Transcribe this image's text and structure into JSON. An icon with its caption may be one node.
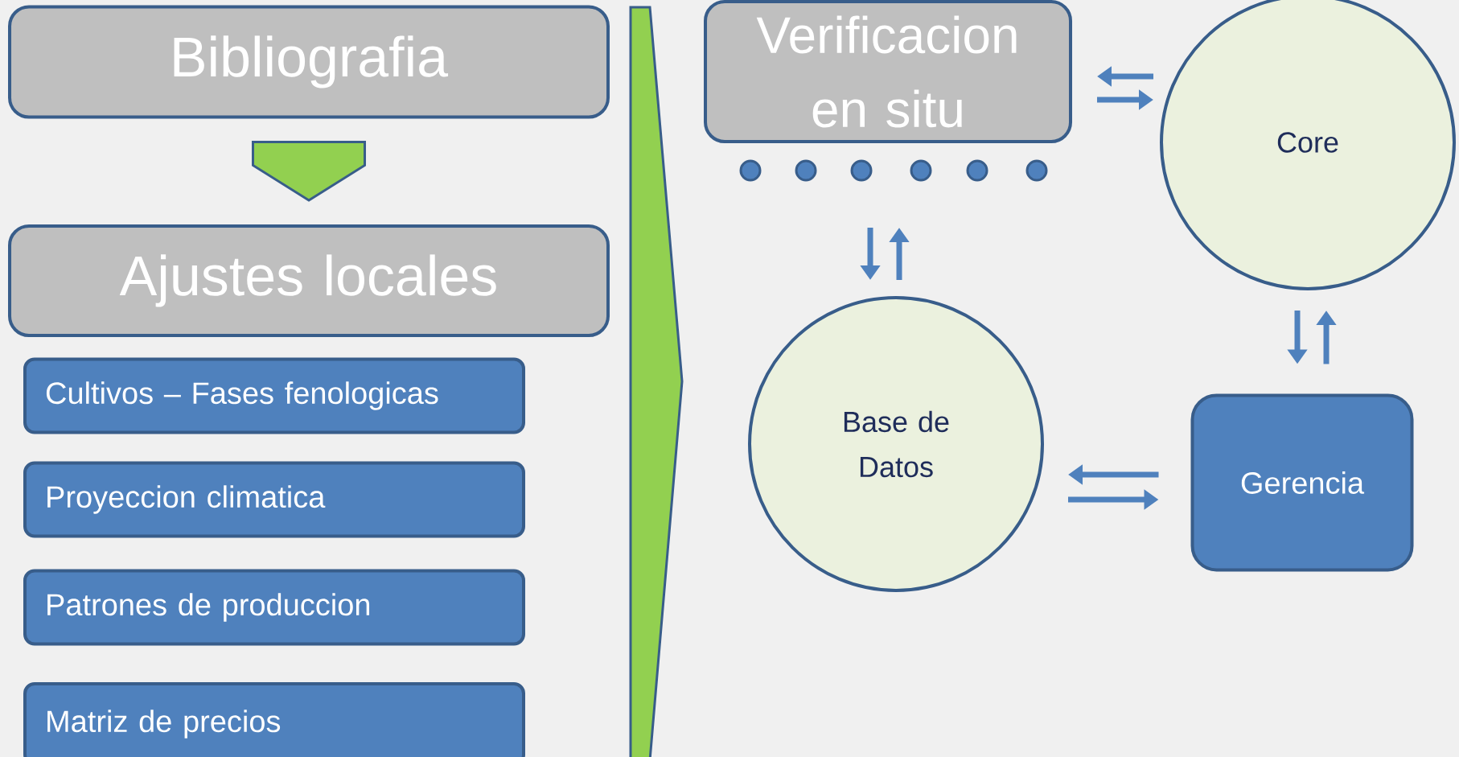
{
  "diagram": {
    "nodes": [
      {
        "text": [
          "Bibliografia"
        ]
      },
      {
        "text": [
          "Ajustes locales"
        ]
      },
      {
        "text": [
          "Cultivos – Fases fenologicas"
        ]
      },
      {
        "text": [
          "Proyeccion climatica"
        ]
      },
      {
        "text": [
          "Patrones de produccion"
        ]
      },
      {
        "text": [
          "Matriz de precios"
        ]
      },
      {
        "text": [
          "Verificacion en situ"
        ]
      },
      {
        "text": [
          "Core"
        ]
      },
      {
        "text": [
          "Base de Datos"
        ]
      },
      {
        "text": [
          "Gerencia"
        ]
      }
    ],
    "edges": [
      {
        "from": 0,
        "to": 1,
        "arrow": "to"
      },
      {
        "from": 7,
        "to": 6,
        "arrow": "to"
      },
      {
        "from": 6,
        "to": 7,
        "arrow": "to"
      },
      {
        "from": 6,
        "to": 8,
        "arrow": "to"
      },
      {
        "from": 8,
        "to": 6,
        "arrow": "to"
      },
      {
        "from": 7,
        "to": 9,
        "arrow": "to"
      },
      {
        "from": 9,
        "to": 7,
        "arrow": "to"
      },
      {
        "from": 9,
        "to": 8,
        "arrow": "to"
      },
      {
        "from": 8,
        "to": 9,
        "arrow": "to"
      }
    ]
  }
}
